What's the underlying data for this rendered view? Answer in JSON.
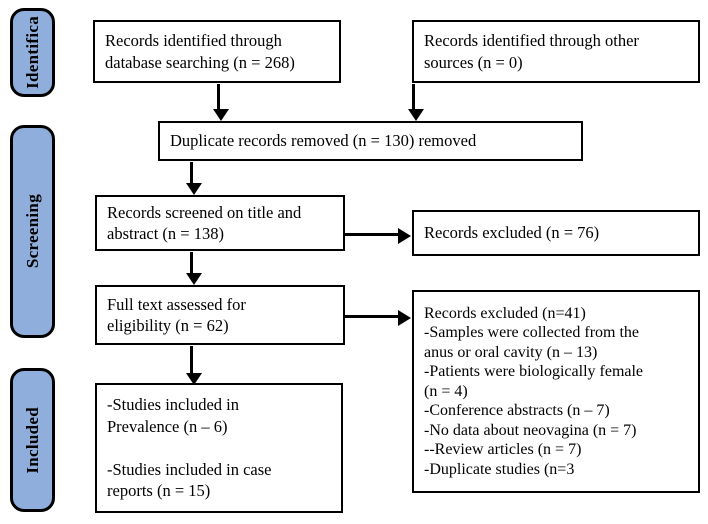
{
  "diagram": {
    "title": "PRISMA study selection flow diagram",
    "accent_color": "#8FAEDC",
    "line_color": "#000000",
    "background": "#ffffff"
  },
  "stages": [
    {
      "label": "Identifica"
    },
    {
      "label": "Screening"
    },
    {
      "label": "Included"
    }
  ],
  "boxes": {
    "identified_database": "Records identified through\ndatabase searching (n = 268)",
    "identified_other": "Records identified through other\nsources (n = 0)",
    "duplicates_removed": "Duplicate records removed (n = 130) removed",
    "records_screened": "Records screened on title and\nabstract (n = 138)",
    "records_excluded_screen": "Records excluded (n = 76)",
    "fulltext_assessed": "Full text assessed for\neligibility (n = 62)",
    "records_excluded_fulltext": "Records excluded (n=41)\n-Samples were collected from the\nanus or oral cavity (n – 13)\n-Patients were biologically female\n(n = 4)\n-Conference abstracts (n – 7)\n-No data about neovagina (n = 7)\n--Review articles (n = 7)\n-Duplicate studies (n=3",
    "studies_included": "-Studies included in\nPrevalence (n – 6)\n\n-Studies included in case\nreports (n = 15)"
  }
}
